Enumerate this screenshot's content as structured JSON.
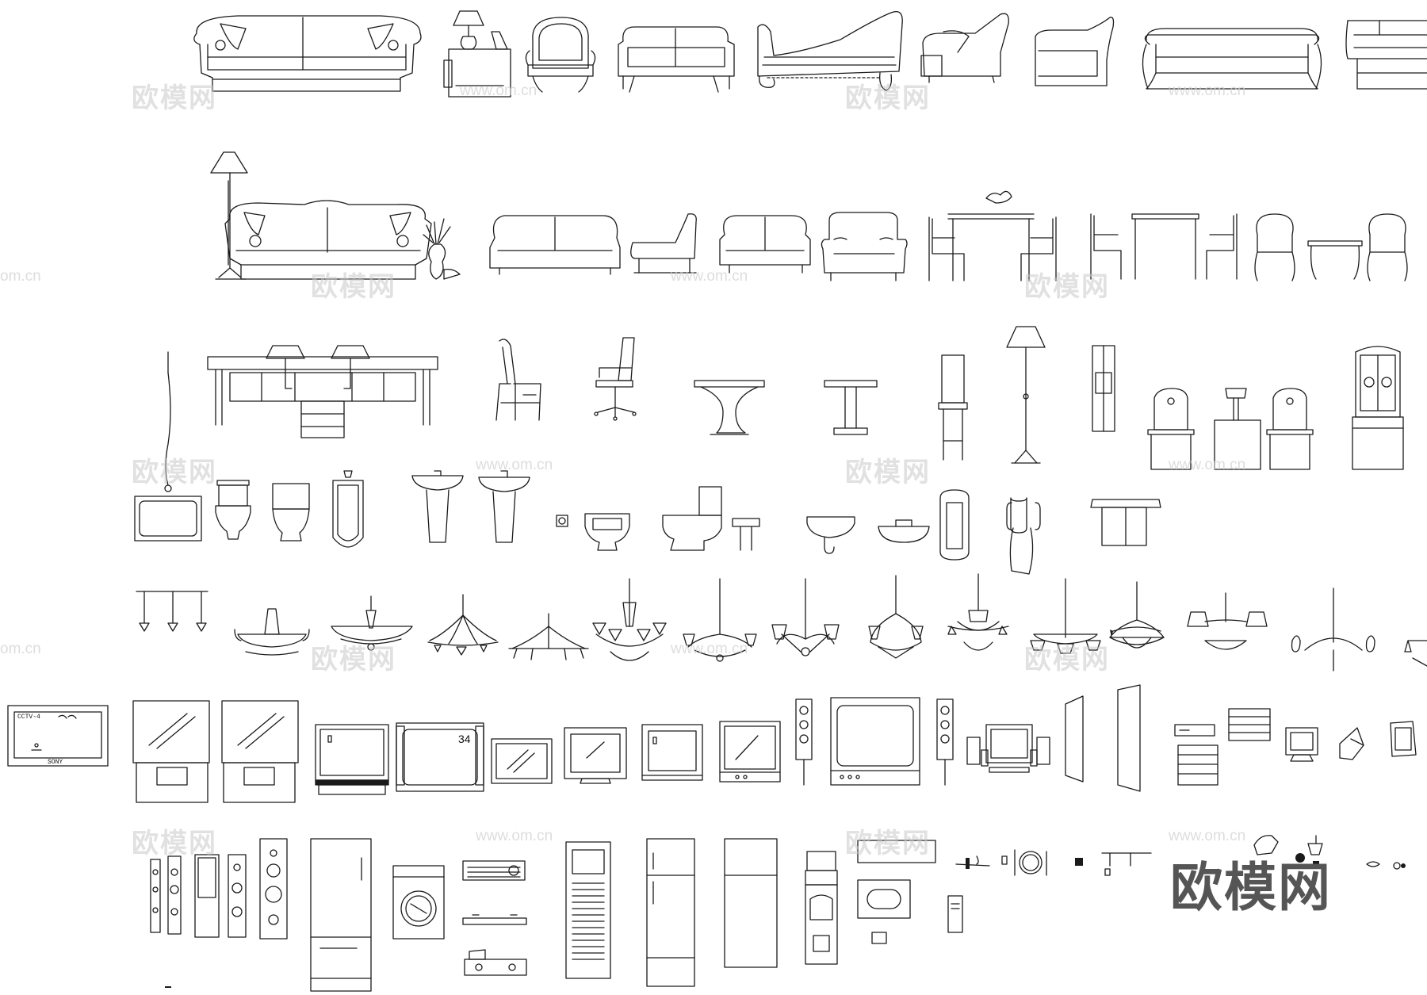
{
  "watermarks": {
    "brand": "欧模网",
    "url": "www.om.cn",
    "url_partial": "om.cn"
  },
  "logo": {
    "text": "欧模网"
  },
  "tv_labels": {
    "screen_text": "CCTV-4",
    "brand": "SONY",
    "channel": "34"
  },
  "icons": [
    "sofa-icon",
    "lamp-icon",
    "armchair-icon",
    "chaise-icon",
    "dining-set-icon",
    "desk-icon",
    "office-chair-icon",
    "table-icon",
    "bar-stool-icon",
    "floor-lamp-icon",
    "cabinet-icon",
    "toilet-icon",
    "urinal-icon",
    "pedestal-sink-icon",
    "basin-icon",
    "towel-rail-icon",
    "chandelier-icon",
    "pendant-light-icon",
    "tv-icon",
    "speaker-icon",
    "stereo-icon",
    "monitor-icon",
    "refrigerator-icon",
    "washing-machine-icon",
    "air-conditioner-icon",
    "water-dispenser-icon",
    "microwave-icon",
    "stove-icon",
    "tableware-icon"
  ]
}
